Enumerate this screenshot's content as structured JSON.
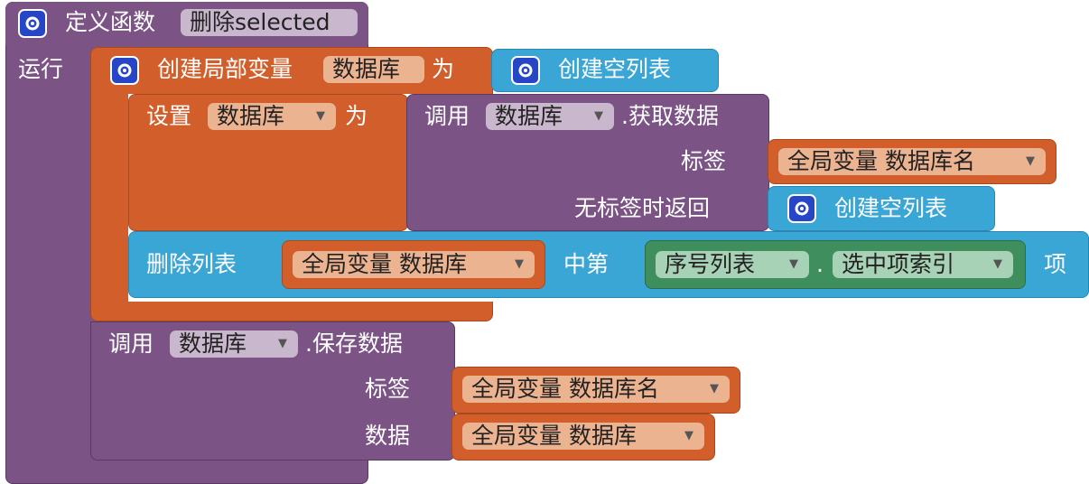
{
  "define": {
    "label": "定义函数",
    "name": "删除selected"
  },
  "run_label": "运行",
  "local_var": {
    "label": "创建局部变量",
    "name": "数据库",
    "as_label": "为",
    "empty_list_label": "创建空列表"
  },
  "set_block": {
    "label": "设置",
    "var": "数据库",
    "to_label": "为"
  },
  "call_get": {
    "call_label": "调用",
    "component": "数据库",
    "method": ".获取数据",
    "tag_label": "标签",
    "tag_value": "全局变量 数据库名",
    "empty_label": "无标签时返回",
    "empty_value": "创建空列表"
  },
  "remove": {
    "label": "删除列表",
    "list_value": "全局变量 数据库",
    "middle_label": "中第",
    "index_component": "序号列表",
    "dot": ".",
    "index_prop": "选中项索引",
    "item_label": "项"
  },
  "call_save": {
    "call_label": "调用",
    "component": "数据库",
    "method": ".保存数据",
    "tag_label": "标签",
    "tag_value": "全局变量 数据库名",
    "data_label": "数据",
    "data_value": "全局变量 数据库"
  },
  "icons": {
    "gear": "gear-icon",
    "dropdown": "dropdown-arrow-icon"
  },
  "colors": {
    "procedure": "#7b5385",
    "variable": "#d25f2b",
    "list": "#3aa6d6",
    "component": "#3f8f5e",
    "gear": "#2745c7"
  }
}
